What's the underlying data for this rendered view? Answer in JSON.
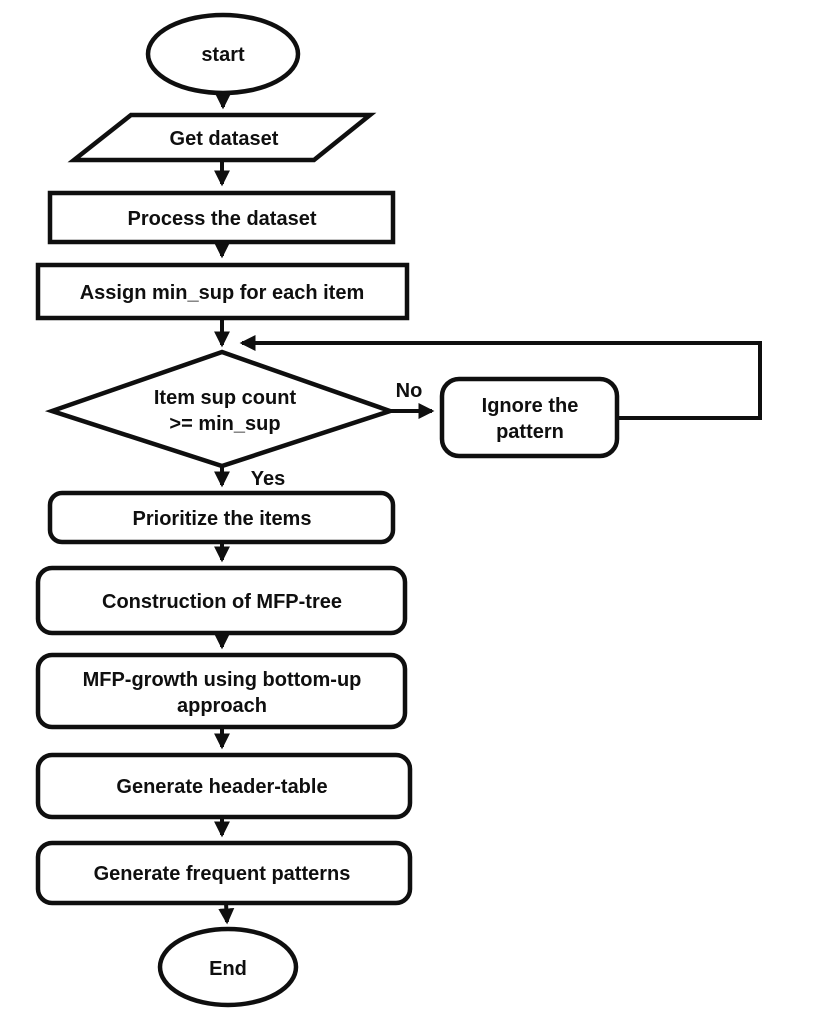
{
  "diagram": {
    "type": "flowchart",
    "background_color": "#ffffff",
    "stroke_color": "#0f0f0f",
    "text_color": "#0f0f0f",
    "nodes": {
      "start": {
        "type": "terminator",
        "label": "start"
      },
      "get_dataset": {
        "type": "input-output",
        "label": "Get dataset"
      },
      "process_dataset": {
        "type": "process",
        "label": "Process the dataset"
      },
      "assign_min_sup": {
        "type": "process",
        "label": "Assign min_sup for each item"
      },
      "item_sup_check": {
        "type": "decision",
        "label": "Item sup count >= min_sup",
        "line1": "Item sup count",
        "line2": ">= min_sup"
      },
      "ignore_pattern": {
        "type": "process",
        "label": "Ignore the pattern",
        "line1": "Ignore the",
        "line2": "pattern"
      },
      "prioritize_items": {
        "type": "process",
        "label": "Prioritize the items"
      },
      "construct_mfp_tree": {
        "type": "process",
        "label": "Construction of MFP-tree"
      },
      "mfp_growth": {
        "type": "process",
        "label": "MFP-growth using bottom-up approach",
        "line1": "MFP-growth using bottom-up",
        "line2": "approach"
      },
      "generate_header_table": {
        "type": "process",
        "label": "Generate header-table"
      },
      "generate_frequent_patterns": {
        "type": "process",
        "label": "Generate frequent patterns"
      },
      "end": {
        "type": "terminator",
        "label": "End"
      }
    },
    "edge_labels": {
      "no": "No",
      "yes": "Yes"
    }
  }
}
